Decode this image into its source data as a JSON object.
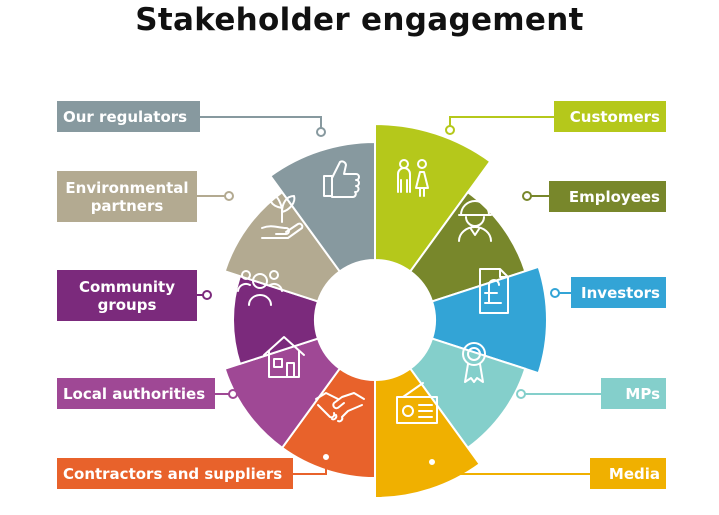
{
  "title": "Stakeholder engagement",
  "stakeholders": [
    {
      "label": "Our regulators",
      "color": "#87999f",
      "icon": "thumbs-up-icon"
    },
    {
      "label": "Environmental partners",
      "color": "#b3aa91",
      "icon": "plant-in-hand-icon"
    },
    {
      "label": "Community groups",
      "color": "#7b2a7c",
      "icon": "community-people-icon"
    },
    {
      "label": "Local authorities",
      "color": "#9f4895",
      "icon": "house-icon"
    },
    {
      "label": "Contractors and suppliers",
      "color": "#e8622b",
      "icon": "handshake-icon"
    },
    {
      "label": "Customers",
      "color": "#b5c81b",
      "icon": "customers-people-icon"
    },
    {
      "label": "Employees",
      "color": "#78872b",
      "icon": "worker-hardhat-icon"
    },
    {
      "label": "Investors",
      "color": "#33a4d6",
      "icon": "pound-document-icon"
    },
    {
      "label": "MPs",
      "color": "#84cfcb",
      "icon": "rosette-icon"
    },
    {
      "label": "Media",
      "color": "#f0b000",
      "icon": "radio-icon"
    }
  ]
}
